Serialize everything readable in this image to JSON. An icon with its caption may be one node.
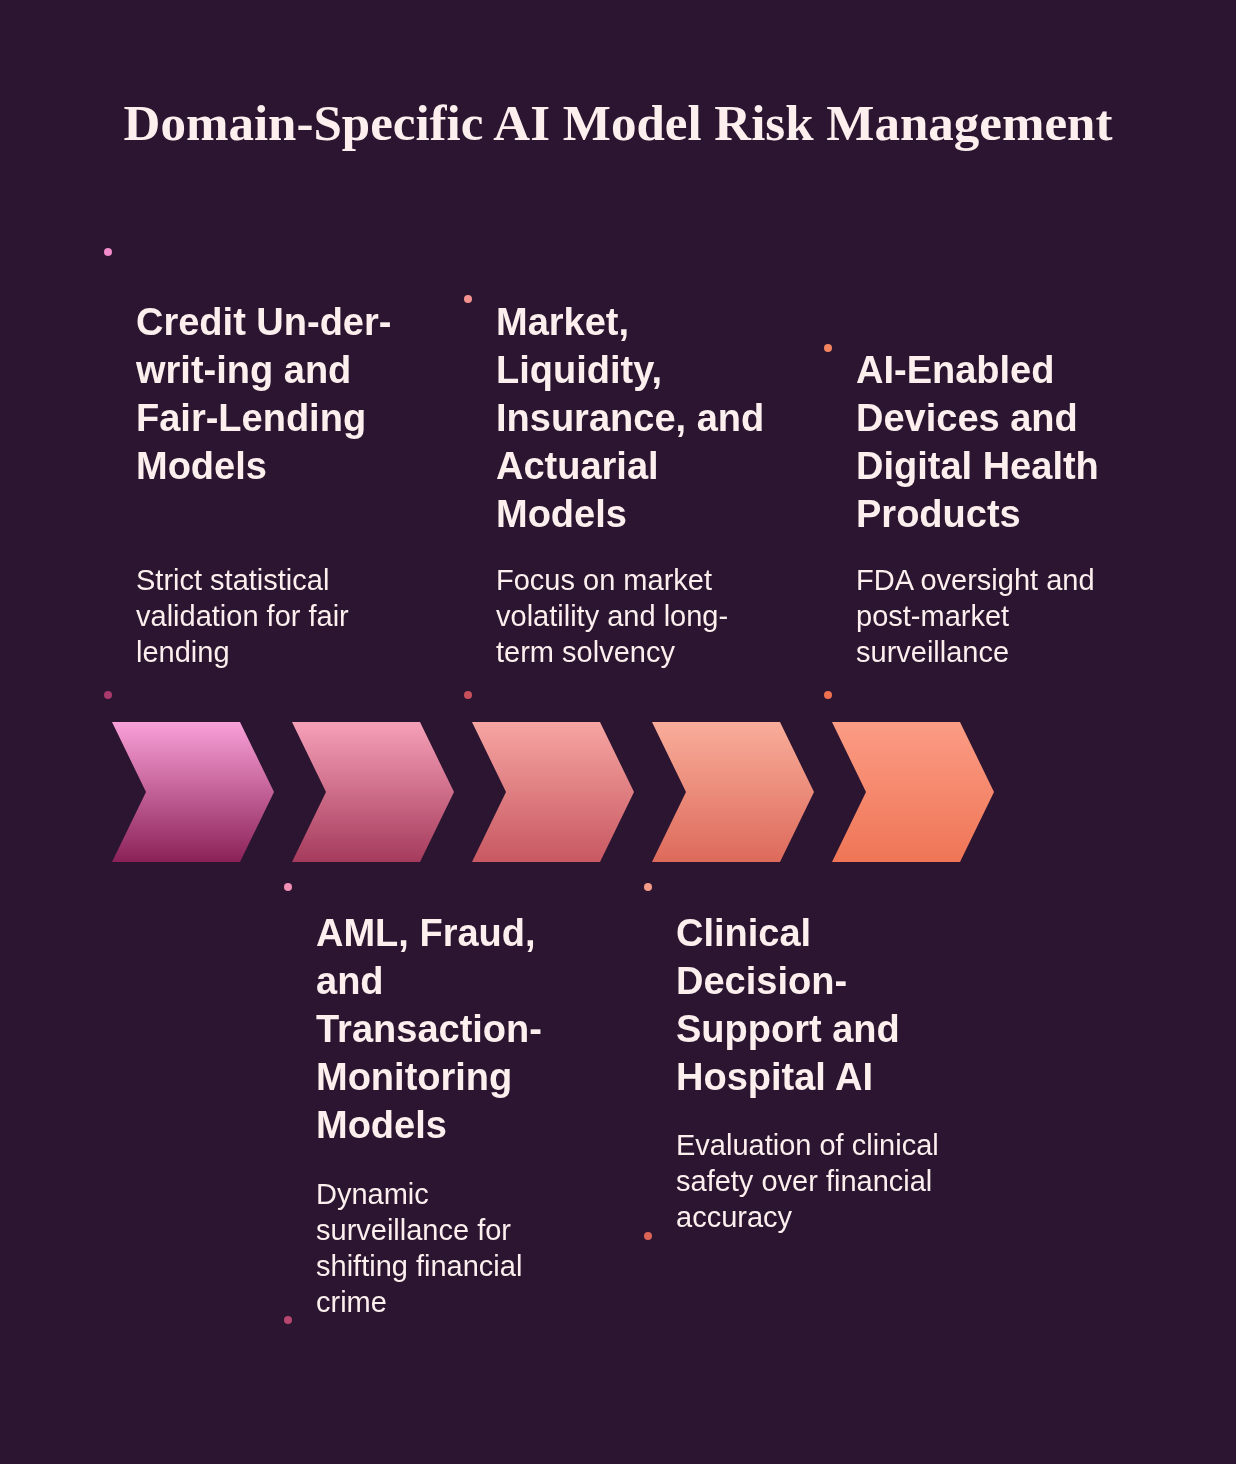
{
  "diagram": {
    "title": "Domain-Specific AI Model Risk Management",
    "nodes": [
      {
        "text": [],
        "shape": "chevron",
        "beside": [
          "Credit Un-der-writ-ing and Fair-Lending Models",
          "Strict statistical validation for fair lending"
        ]
      },
      {
        "text": [],
        "shape": "chevron",
        "beside": [
          "AML, Fraud, and Transaction-Monitoring Models",
          "Dynamic surveillance for shifting financial crime"
        ]
      },
      {
        "text": [],
        "shape": "chevron",
        "beside": [
          "Market, Liquidity, Insurance, and Actuarial Models",
          "Focus on market volatility and long-term solvency"
        ]
      },
      {
        "text": [],
        "shape": "chevron",
        "beside": [
          "Clinical Decision-Support and Hospital AI",
          "Evaluation of clinical safety over financial accuracy"
        ]
      },
      {
        "text": [],
        "shape": "chevron",
        "beside": [
          "AI-Enabled Devices and Digital Health Products",
          "FDA oversight and post-market surveillance"
        ]
      }
    ]
  }
}
